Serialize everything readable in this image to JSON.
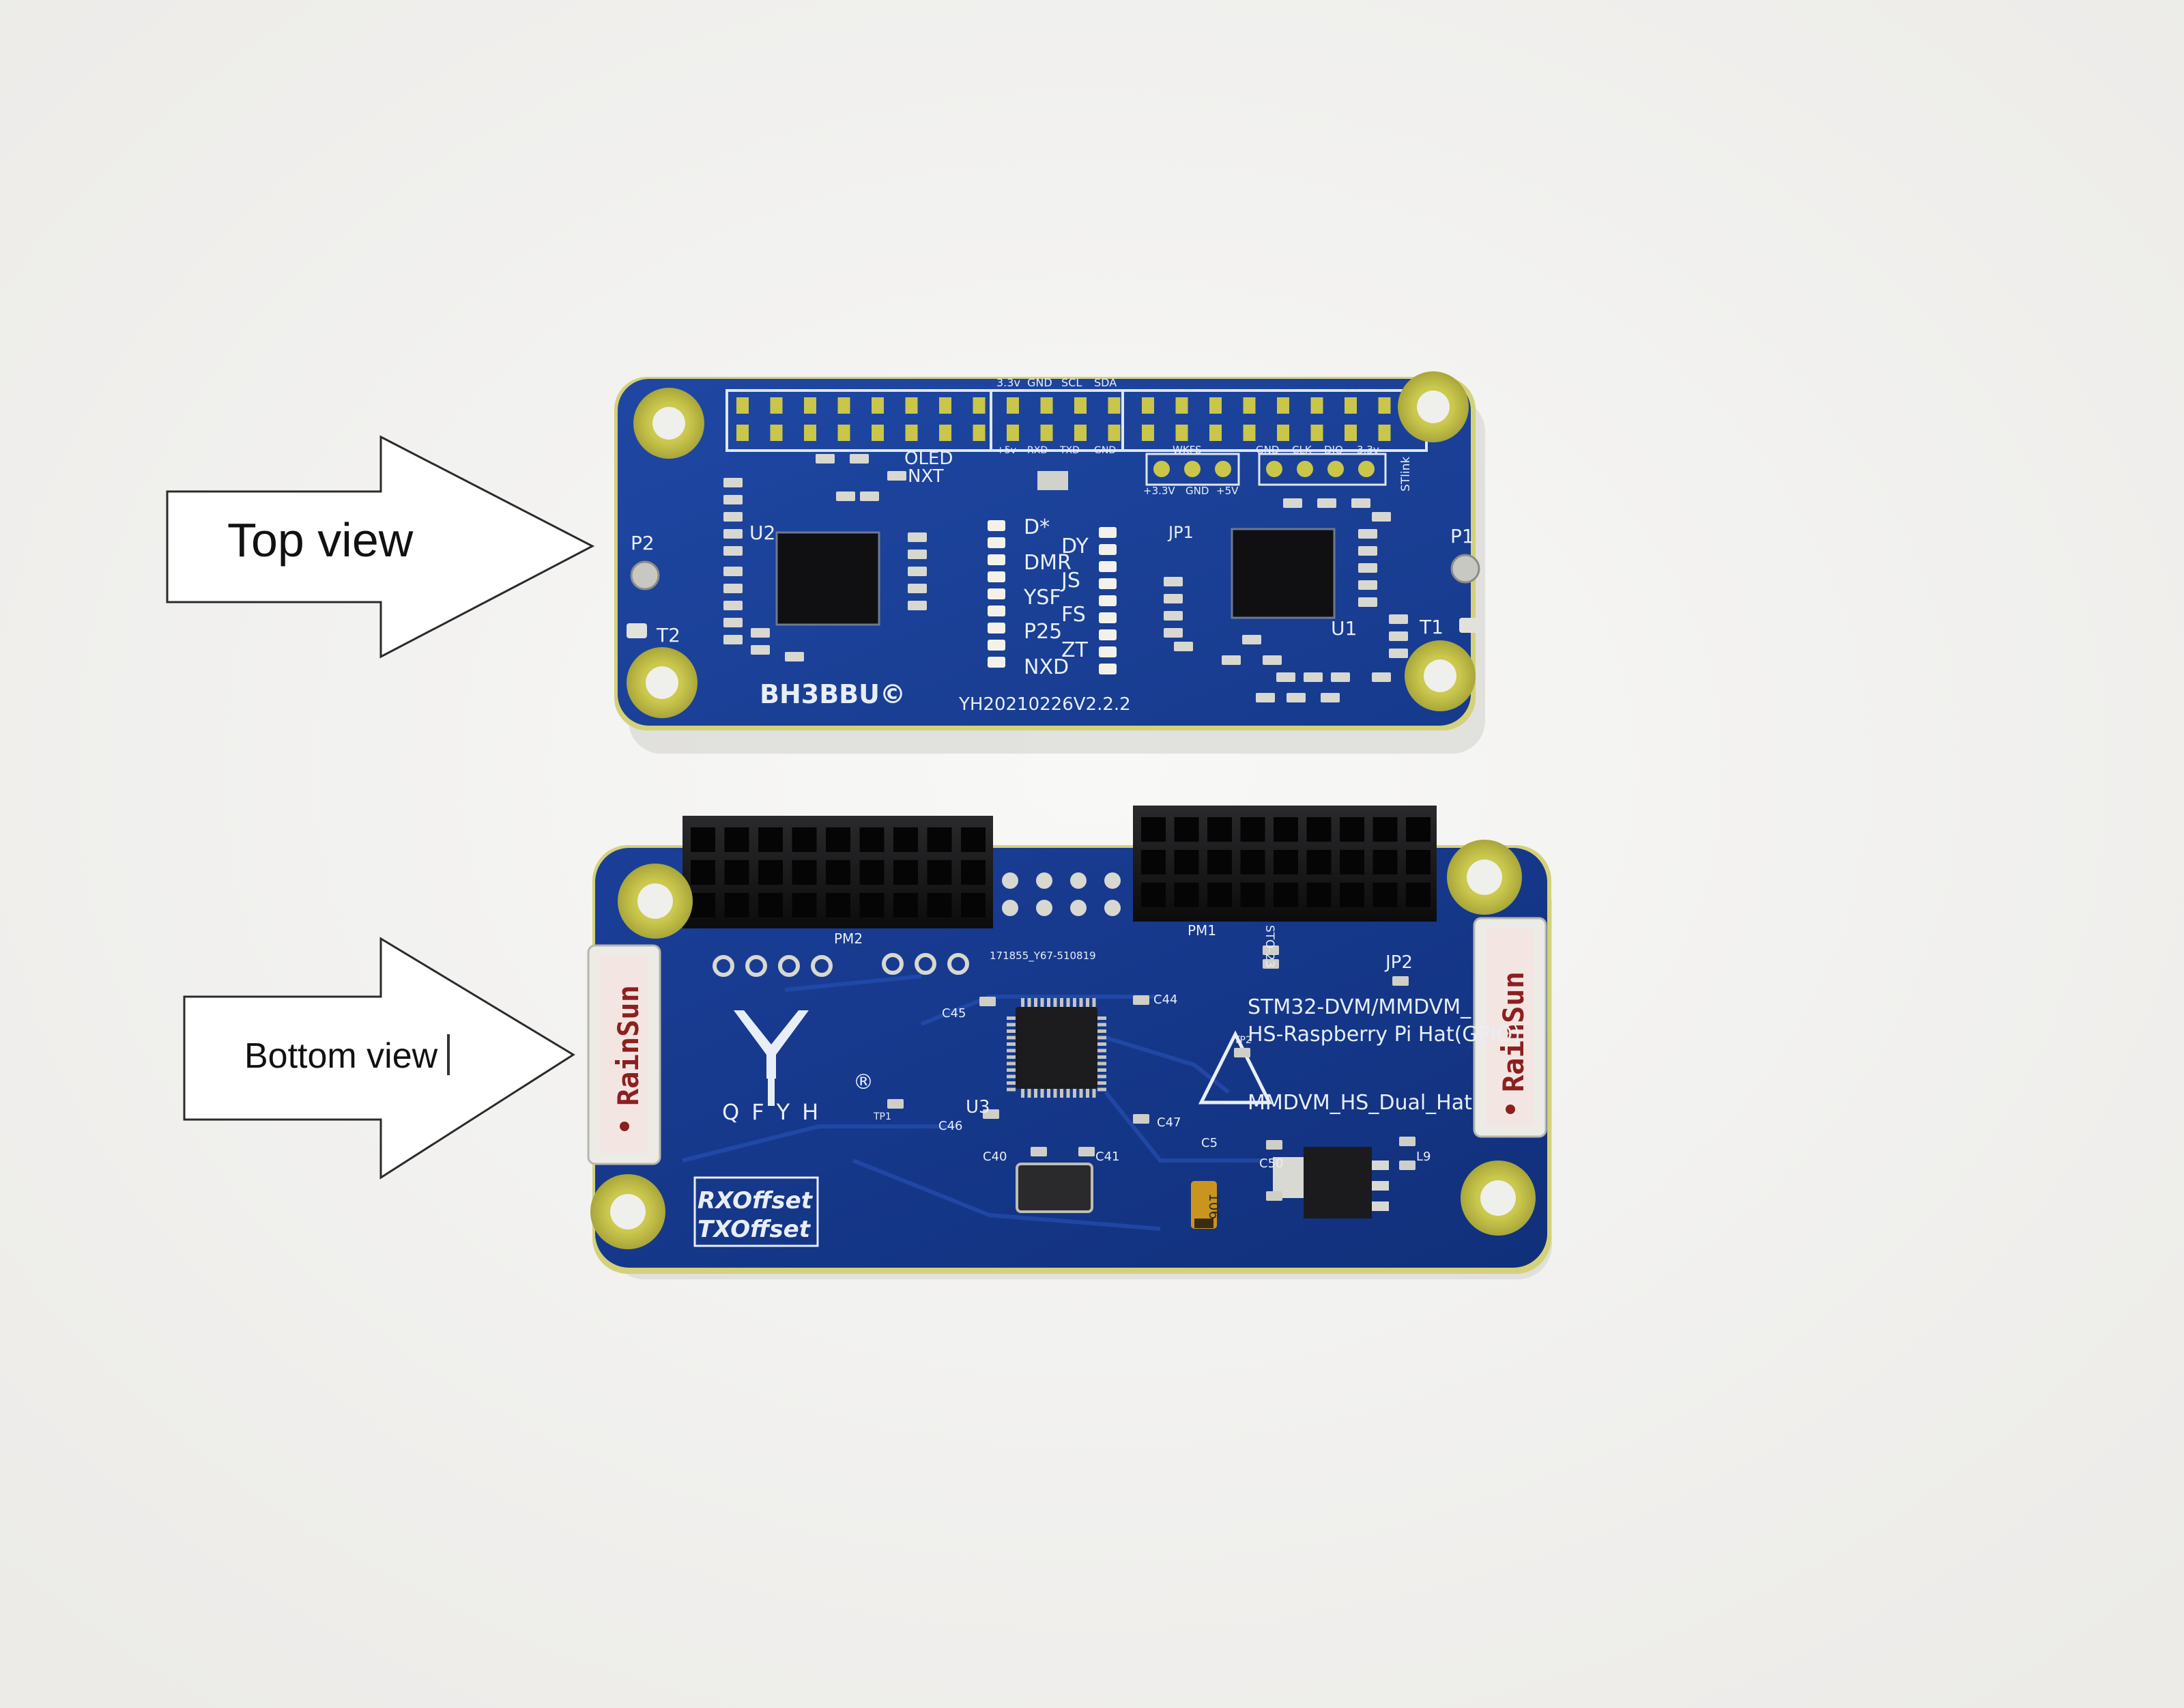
{
  "annotations": {
    "top_view": "Top view",
    "bottom_view": "Bottom view"
  },
  "top_board": {
    "header_labels": [
      "3.3v",
      "GND",
      "SCL",
      "SDA"
    ],
    "header2_labels": [
      "+5v",
      "RXD",
      "TXD",
      "GND"
    ],
    "stlink_labels": [
      "GND",
      "CLK",
      "DIO",
      "3.3v"
    ],
    "wkfs_label": "WKFS",
    "jp_labels": [
      "+3.3V",
      "GND",
      "+5V"
    ],
    "oled": "OLED",
    "nxt": "NXT",
    "stlink": "STlink",
    "p1": "P1",
    "p2": "P2",
    "t1": "T1",
    "t2": "T2",
    "u1": "U1",
    "u2": "U2",
    "jp1": "JP1",
    "brand": "BH3BBU©",
    "version": "YH20210226V2.2.2",
    "modes_left": [
      "D*",
      "DMR",
      "YSF",
      "P25",
      "NXD"
    ],
    "modes_right": [
      "DY",
      "JS",
      "FS",
      "ZT"
    ]
  },
  "bottom_board": {
    "pm1": "PM1",
    "pm2": "PM2",
    "jp2": "JP2",
    "sto": "STO-23",
    "u3": "U3",
    "tp1": "TP1",
    "tp2": "TP2",
    "title_line1": "STM32-DVM/MMDVM_",
    "title_line2": "HS-Raspberry Pi Hat(GPIO)",
    "title_line3": "MMDVM_HS_Dual_Hat",
    "logo": "QFYH",
    "logo_mark": "®",
    "antenna_brand": "RainSun",
    "offset1": "RXOffset",
    "offset2": "TXOffset",
    "cap_label": "106",
    "serial": "171855_Y67-510819",
    "parts": [
      "C44",
      "C45",
      "C46",
      "C47",
      "C40",
      "C41",
      "C50",
      "C5",
      "L9"
    ]
  },
  "colors": {
    "pcb": "#1b3f95",
    "pcb_dark": "#12317a",
    "silk": "#e8eef7",
    "pad_gold": "#c9c64a",
    "background": "#f3f3f1"
  }
}
